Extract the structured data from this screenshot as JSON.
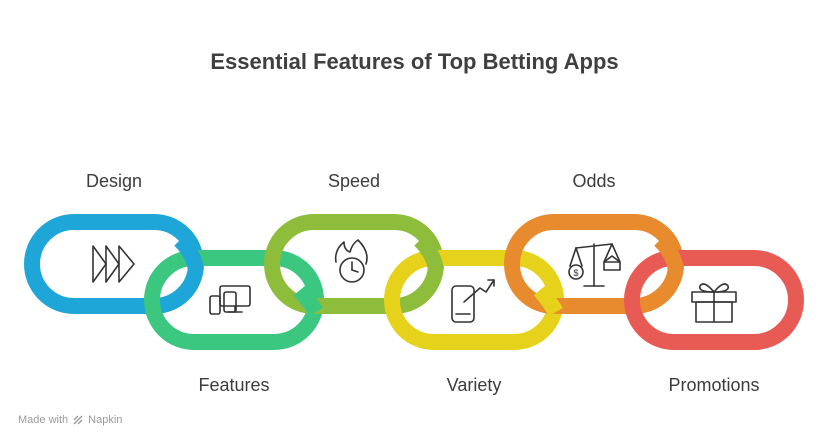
{
  "title": "Essential Features of Top Betting Apps",
  "links": [
    {
      "label": "Design",
      "icon": "fast-forward-icon",
      "color": "#1fa6d8",
      "position": "top"
    },
    {
      "label": "Features",
      "icon": "devices-icon",
      "color": "#3cc780",
      "position": "bottom"
    },
    {
      "label": "Speed",
      "icon": "speed-clock-fire-icon",
      "color": "#8dbd3b",
      "position": "top"
    },
    {
      "label": "Variety",
      "icon": "mobile-growth-icon",
      "color": "#e6d21a",
      "position": "bottom"
    },
    {
      "label": "Odds",
      "icon": "balance-scale-icon",
      "color": "#e88a2e",
      "position": "top"
    },
    {
      "label": "Promotions",
      "icon": "gift-icon",
      "color": "#e85a54",
      "position": "bottom"
    }
  ],
  "footer": {
    "made_with": "Made with",
    "brand": "Napkin"
  }
}
